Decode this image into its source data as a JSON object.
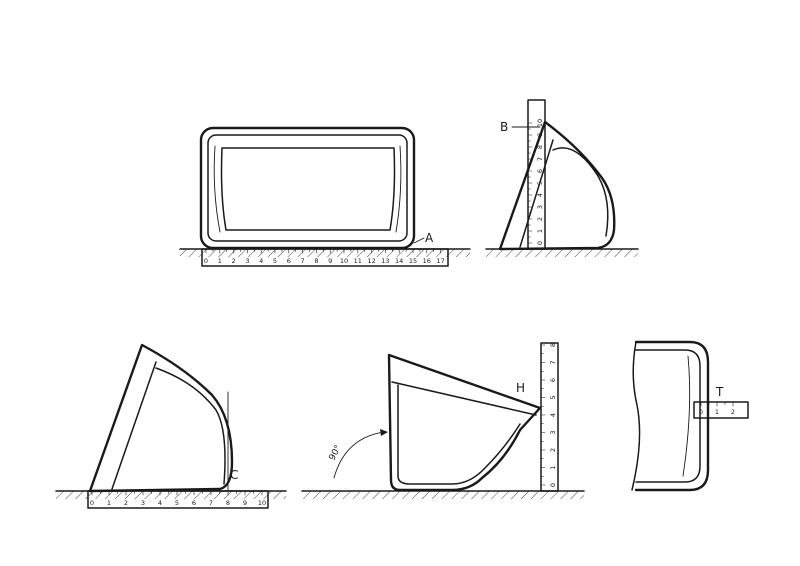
{
  "labels": {
    "A": "A",
    "B": "B",
    "C": "C",
    "H": "H",
    "T": "T",
    "angle": "90°"
  },
  "rulers": {
    "fig_a": {
      "numbers": [
        "0",
        "1",
        "2",
        "3",
        "4",
        "5",
        "6",
        "7",
        "8",
        "9",
        "10",
        "11",
        "12",
        "13",
        "14",
        "15",
        "16",
        "17"
      ]
    },
    "fig_b": {
      "numbers": [
        "0",
        "1",
        "2",
        "3",
        "4",
        "5",
        "6",
        "7",
        "8",
        "9",
        "10"
      ]
    },
    "fig_c": {
      "numbers": [
        "0",
        "1",
        "2",
        "3",
        "4",
        "5",
        "6",
        "7",
        "8",
        "9",
        "10"
      ]
    },
    "fig_h": {
      "numbers": [
        "0",
        "1",
        "2",
        "3",
        "4",
        "5",
        "6",
        "7",
        "8"
      ]
    },
    "fig_t": {
      "numbers": [
        "0",
        "1",
        "2"
      ]
    }
  }
}
